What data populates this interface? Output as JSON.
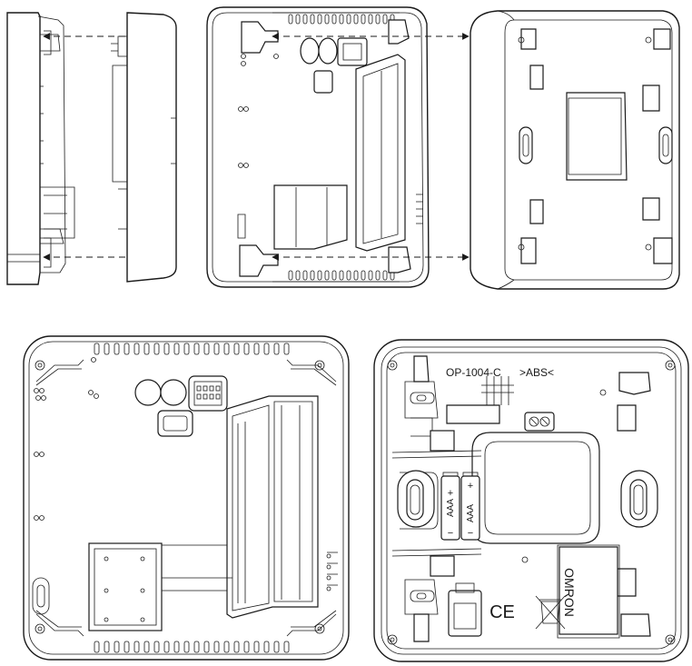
{
  "labels": {
    "model_code": "OP-1004-C",
    "material": ">ABS<",
    "battery_1": "AAA",
    "battery_2": "AAA",
    "battery_plus": "+",
    "battery_minus": "−",
    "ce_mark": "CE",
    "brand": "OMRON"
  },
  "icons": {
    "arrow": "arrow-head-icon",
    "ce": "ce-mark-icon",
    "bin": "crossed-bin-icon"
  },
  "colors": {
    "line": "#1a1a1a",
    "background": "#ffffff"
  }
}
